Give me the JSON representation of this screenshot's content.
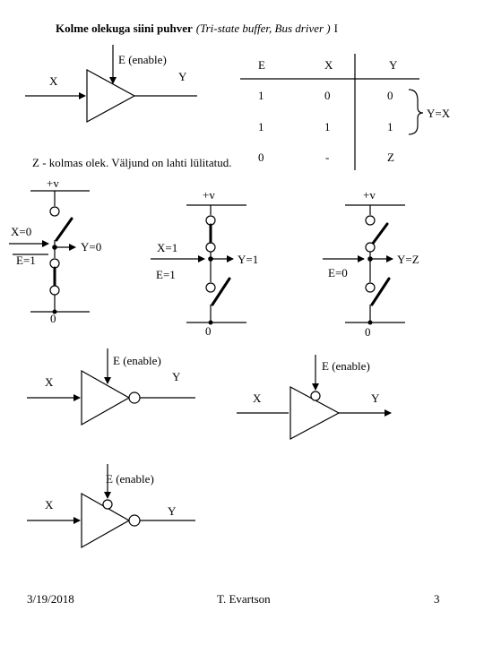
{
  "title": {
    "main": "Kolme olekuga siini puhver",
    "italic": "(Tri-state buffer, Bus driver )",
    "suffix": "I"
  },
  "buffer_top": {
    "enable": "E (enable)",
    "input": "X",
    "output": "Y"
  },
  "truth_table": {
    "headers": [
      "E",
      "X",
      "Y"
    ],
    "rows": [
      [
        "1",
        "0",
        "0"
      ],
      [
        "1",
        "1",
        "1"
      ],
      [
        "0",
        "-",
        "Z"
      ]
    ],
    "brace_label": "Y=X"
  },
  "z_note": "Z - kolmas olek. Väljund on lahti lülitatud.",
  "switches": [
    {
      "vplus": "+v",
      "ground": "0",
      "x_label": "X=0",
      "e_label": "E=1",
      "y_label": "Y=0"
    },
    {
      "vplus": "+v",
      "ground": "0",
      "x_label": "X=1",
      "e_label": "E=1",
      "y_label": "Y=1"
    },
    {
      "vplus": "+v",
      "ground": "0",
      "e_label": "E=0",
      "y_label": "Y=Z"
    }
  ],
  "inverter_a": {
    "enable": "E (enable)",
    "input": "X",
    "output": "Y"
  },
  "buffer_b": {
    "enable": "E (enable)",
    "input": "X",
    "output": "Y"
  },
  "inverter_c": {
    "enable": "E (enable)",
    "input": "X",
    "output": "Y"
  },
  "footer": {
    "date": "3/19/2018",
    "author": "T. Evartson",
    "page": "3"
  }
}
